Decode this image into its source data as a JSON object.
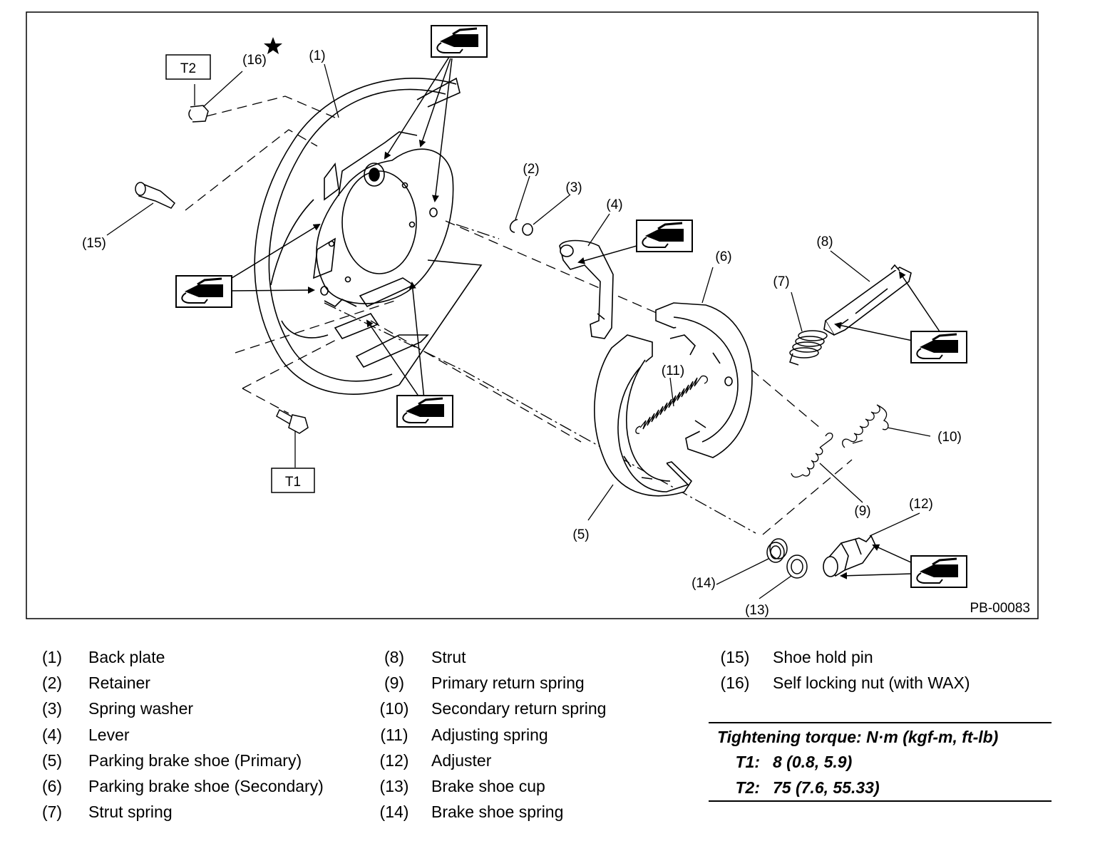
{
  "diagram": {
    "code": "PB-00083",
    "callouts": [
      "(1)",
      "(2)",
      "(3)",
      "(4)",
      "(5)",
      "(6)",
      "(7)",
      "(8)",
      "(9)",
      "(10)",
      "(11)",
      "(12)",
      "(13)",
      "(14)",
      "(15)",
      "(16)"
    ],
    "torque_tags": [
      "T1",
      "T2"
    ],
    "symbols": [
      "star-icon",
      "grease-gun-icon"
    ]
  },
  "legend": [
    {
      "num": "(1)",
      "name": "Back plate"
    },
    {
      "num": "(2)",
      "name": "Retainer"
    },
    {
      "num": "(3)",
      "name": "Spring washer"
    },
    {
      "num": "(4)",
      "name": "Lever"
    },
    {
      "num": "(5)",
      "name": "Parking brake shoe (Primary)"
    },
    {
      "num": "(6)",
      "name": "Parking brake shoe (Secondary)"
    },
    {
      "num": "(7)",
      "name": "Strut spring"
    },
    {
      "num": "(8)",
      "name": "Strut"
    },
    {
      "num": "(9)",
      "name": "Primary return spring"
    },
    {
      "num": "(10)",
      "name": "Secondary return spring"
    },
    {
      "num": "(11)",
      "name": "Adjusting spring"
    },
    {
      "num": "(12)",
      "name": "Adjuster"
    },
    {
      "num": "(13)",
      "name": "Brake shoe cup"
    },
    {
      "num": "(14)",
      "name": "Brake shoe spring"
    },
    {
      "num": "(15)",
      "name": "Shoe hold pin"
    },
    {
      "num": "(16)",
      "name": "Self locking nut (with WAX)"
    }
  ],
  "torque": {
    "title": "Tightening torque: N·m (kgf-m, ft-lb)",
    "rows": [
      {
        "key": "T1:",
        "value": "8 (0.8, 5.9)"
      },
      {
        "key": "T2:",
        "value": "75 (7.6, 55.33)"
      }
    ]
  }
}
